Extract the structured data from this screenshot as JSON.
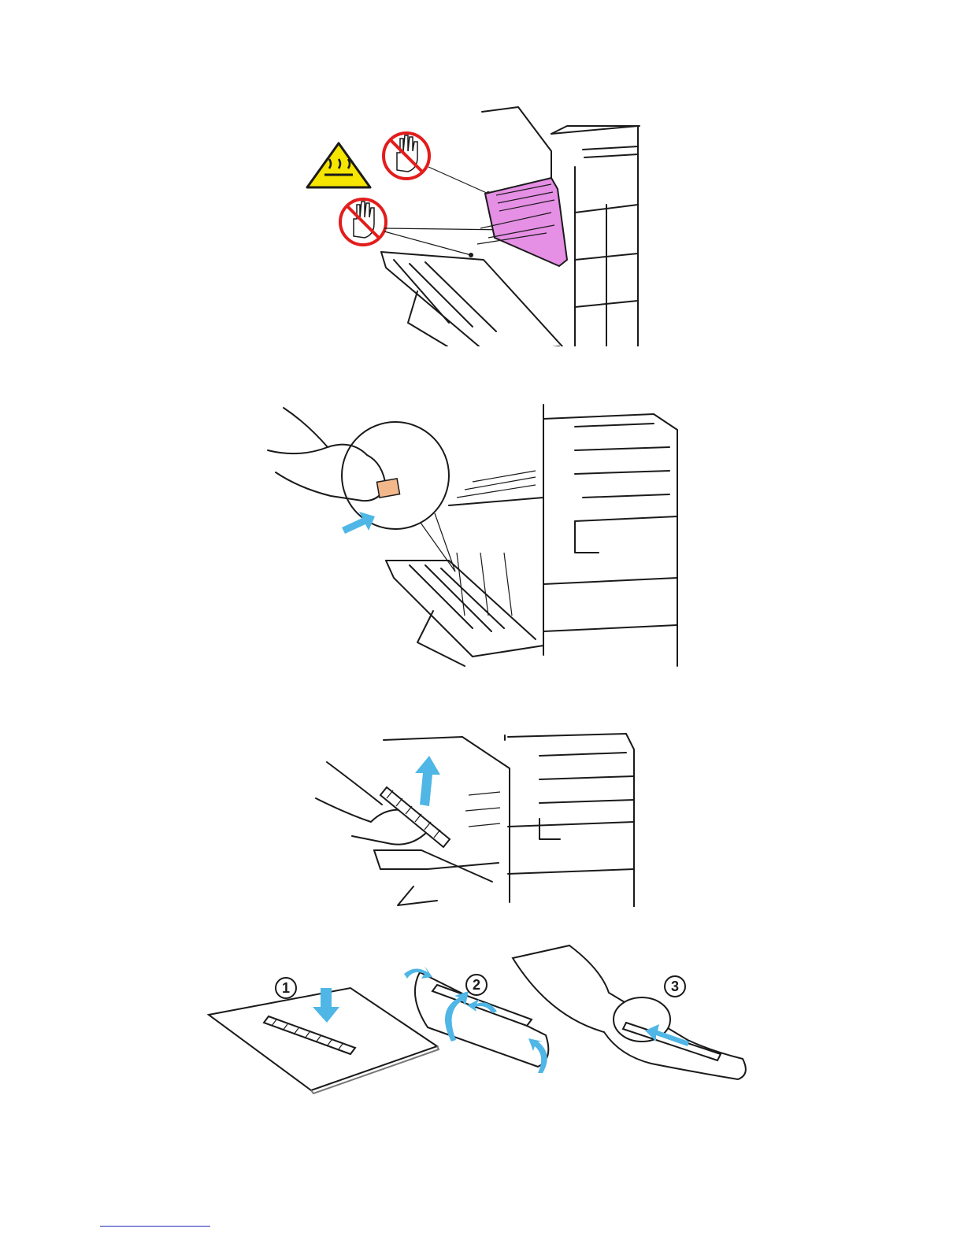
{
  "colors": {
    "line": "#1a1a1a",
    "fuser_highlight": "#e58fe5",
    "latch_orange": "#f2b78a",
    "arrow_blue": "#4fb6e6",
    "warning_yellow": "#f6e500",
    "prohibition_red": "#e31c1c",
    "link_blue": "#1f2cb5"
  },
  "figures": [
    {
      "name": "fuser-hot-warning",
      "icons": [
        "hot-surface-warning-icon",
        "do-not-touch-icon",
        "do-not-touch-icon"
      ]
    },
    {
      "name": "press-release-latch",
      "icons": [
        "blue-arrow-icon"
      ]
    },
    {
      "name": "remove-transfer-roller",
      "icons": [
        "blue-up-arrow-icon"
      ]
    },
    {
      "name": "wrap-and-bag-roller"
    }
  ],
  "steps": {
    "step1": "1",
    "step2": "2",
    "step3": "3"
  }
}
